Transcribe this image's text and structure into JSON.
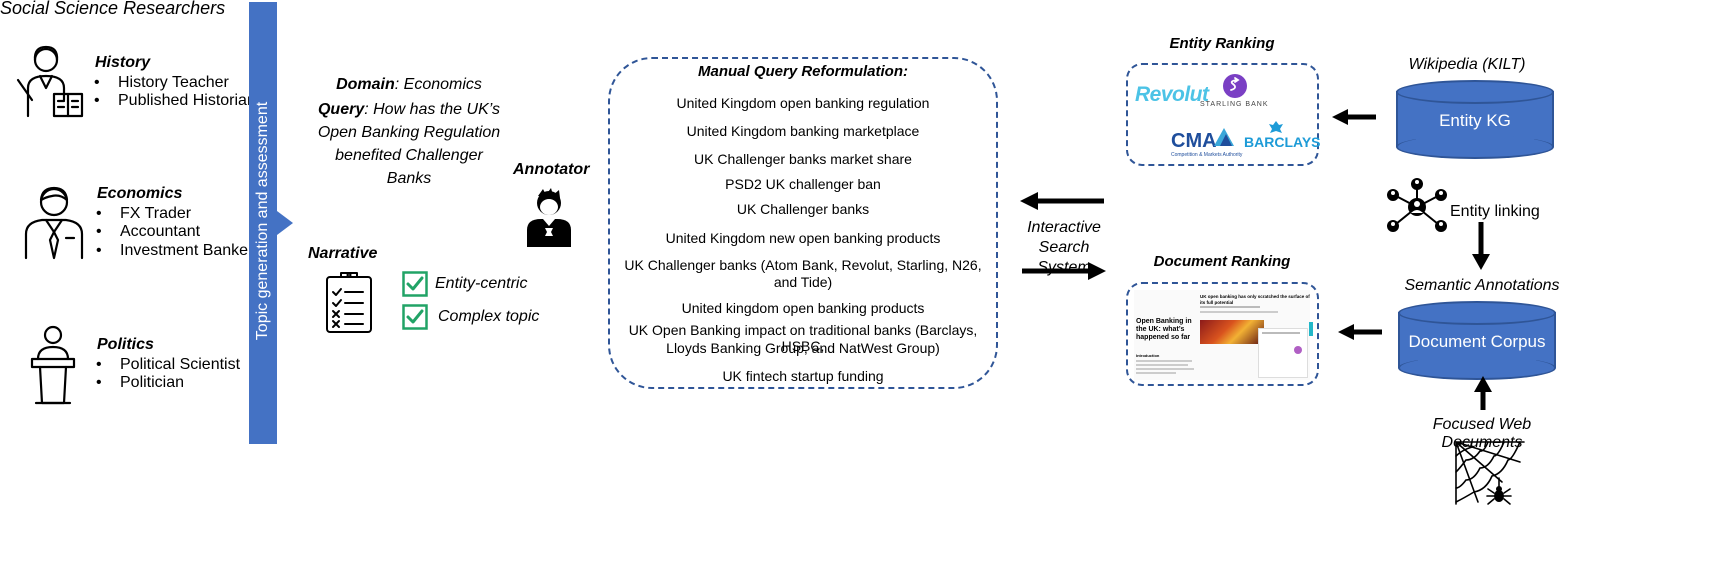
{
  "header": {
    "title": "Social Science Researchers"
  },
  "groups": [
    {
      "name": "History",
      "icon": "teacher-icon",
      "members": [
        "History Teacher",
        "Published Historian"
      ]
    },
    {
      "name": "Economics",
      "icon": "businessman-icon",
      "members": [
        "FX Trader",
        "Accountant",
        "Investment Banker"
      ]
    },
    {
      "name": "Politics",
      "icon": "podium-speaker-icon",
      "members": [
        "Political Scientist",
        "Politician"
      ]
    }
  ],
  "vertical_bar": {
    "label": "Topic generation and assessment",
    "color": "#4472c4"
  },
  "topic": {
    "domain_key": "Domain",
    "domain_value": ": Economics",
    "query_key": "Query",
    "query_lines": [
      ": How has the UK’s",
      "Open Banking Regulation",
      "benefited Challenger",
      "Banks"
    ]
  },
  "annotator": {
    "label": "Annotator",
    "icon": "person-annotator-icon"
  },
  "narrative": {
    "label": "Narrative",
    "icon": "clipboard-checklist-icon",
    "checks": [
      "Entity-centric",
      "Complex topic"
    ],
    "check_color": "#21a366"
  },
  "reformulation": {
    "title": "Manual Query Reformulation:",
    "queries": [
      "United Kingdom open banking regulation",
      "United Kingdom banking marketplace",
      "UK Challenger banks market share",
      "PSD2 UK challenger ban",
      "UK Challenger banks",
      "United Kingdom new open banking products",
      "UK Challenger banks (Atom Bank, Revolut, Starling, N26,",
      "and Tide)",
      "United kingdom open banking products",
      "UK Open Banking impact on traditional banks (Barclays, HSBC,",
      "Lloyds Banking Group, and NatWest Group)",
      "UK fintech startup funding"
    ]
  },
  "search_system": {
    "lines": [
      "Interactive Search",
      "System"
    ]
  },
  "entity_ranking": {
    "title": "Entity Ranking",
    "logos": {
      "revolut": "Revolut",
      "starling": "STARLING BANK",
      "cma": "CMA",
      "cma_sub": "Competition & Markets Authority",
      "barclays": "BARCLAYS"
    }
  },
  "document_ranking": {
    "title": "Document Ranking",
    "doc_headline": "Open Banking in the UK: what’s happened so far",
    "doc_section": "Introduction",
    "doc_side_title": "UK open banking has only scratched the surface of its full potential"
  },
  "knowledge": {
    "kg_source": "Wikipedia (KILT)",
    "kg_label": "Entity KG",
    "linking": "Entity linking",
    "semantic": "Semantic Annotations",
    "corpus_label": "Document Corpus",
    "web_docs": "Focused Web Documents"
  },
  "colors": {
    "accent": "#4472c4",
    "border": "#2f5597"
  }
}
